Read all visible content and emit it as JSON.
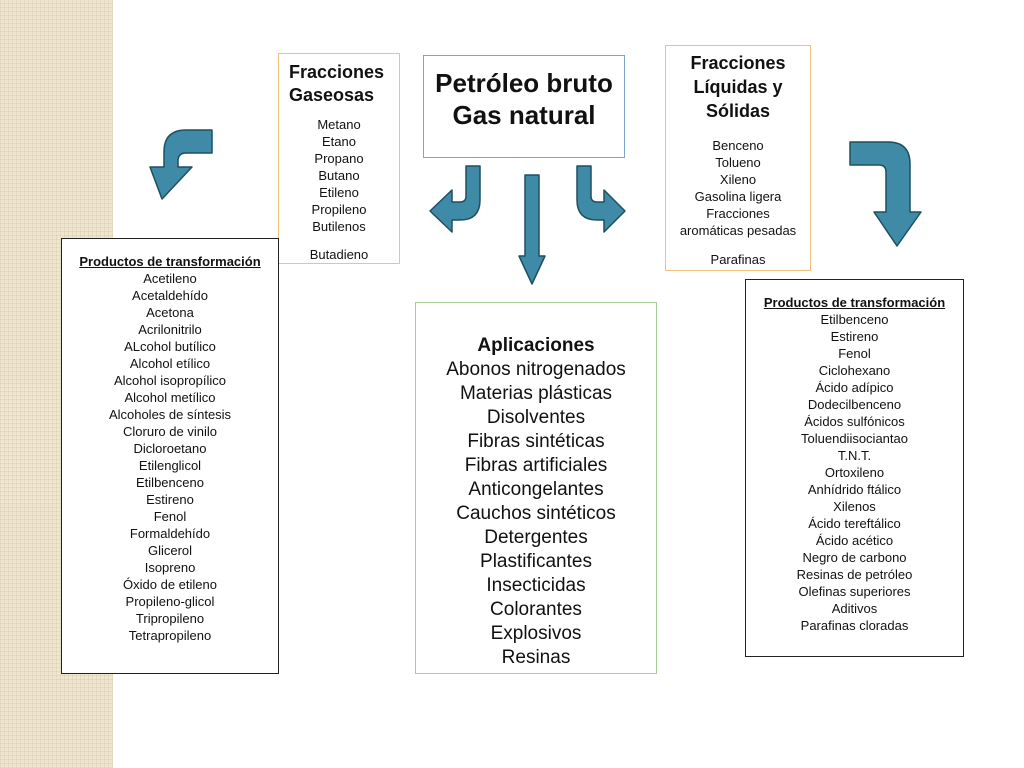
{
  "gaseous": {
    "title_line1": "Fracciones",
    "title_line2": "Gaseosas",
    "items": [
      "Metano",
      "Etano",
      "Propano",
      "Butano",
      "Etileno",
      "Propileno",
      "Butilenos"
    ],
    "extra": "Butadieno"
  },
  "crude": {
    "line1": "Petróleo bruto",
    "line2": "Gas natural"
  },
  "liquid": {
    "title_line1": "Fracciones",
    "title_line2": "Líquidas y",
    "title_line3": "Sólidas",
    "items": [
      "Benceno",
      "Tolueno",
      "Xileno",
      "Gasolina ligera",
      "Fracciones",
      "aromáticas pesadas"
    ],
    "extra": "Parafinas"
  },
  "left_products": {
    "title": "Productos de transformación",
    "items": [
      "Acetileno",
      "Acetaldehído",
      "Acetona",
      "Acrilonitrilo",
      "ALcohol butílico",
      "Alcohol etílico",
      "Alcohol isopropílico",
      "Alcohol metílico",
      "Alcoholes de síntesis",
      "Cloruro de vinilo",
      "Dicloroetano",
      "Etilenglicol",
      "Etilbenceno",
      "Estireno",
      "Fenol",
      "Formaldehído",
      "Glicerol",
      "Isopreno",
      "Óxido de etileno",
      "Propileno-glicol",
      "Tripropileno",
      "Tetrapropileno"
    ]
  },
  "right_products": {
    "title": "Productos de transformación",
    "items": [
      "Etilbenceno",
      "Estireno",
      "Fenol",
      "Ciclohexano",
      "Ácido adípico",
      "Dodecilbenceno",
      "Ácidos sulfónicos",
      "Toluendiisociantao",
      "T.N.T.",
      "Ortoxileno",
      "Anhídrido ftálico",
      "Xilenos",
      "Ácido tereftálico",
      "Ácido acético",
      "Negro de carbono",
      "Resinas de petróleo",
      "Olefinas superiores",
      "Aditivos",
      "Parafinas cloradas"
    ]
  },
  "applications": {
    "title": "Aplicaciones",
    "items": [
      "Abonos nitrogenados",
      "Materias plásticas",
      "Disolventes",
      "Fibras sintéticas",
      "Fibras artificiales",
      "Anticongelantes",
      "Cauchos sintéticos",
      "Detergentes",
      "Plastificantes",
      "Insecticidas",
      "Colorantes",
      "Explosivos",
      "Resinas"
    ]
  },
  "colors": {
    "arrow_fill": "#3f8aa6",
    "arrow_stroke": "#1f4f63",
    "gaseous_border": "#f2c27a",
    "crude_border": "#7aa6c8",
    "applications_border": "#a6cf96"
  },
  "icons": [
    "curved-arrow-down-left",
    "curved-arrow-left",
    "arrow-down",
    "curved-arrow-right",
    "curved-arrow-down-right"
  ]
}
